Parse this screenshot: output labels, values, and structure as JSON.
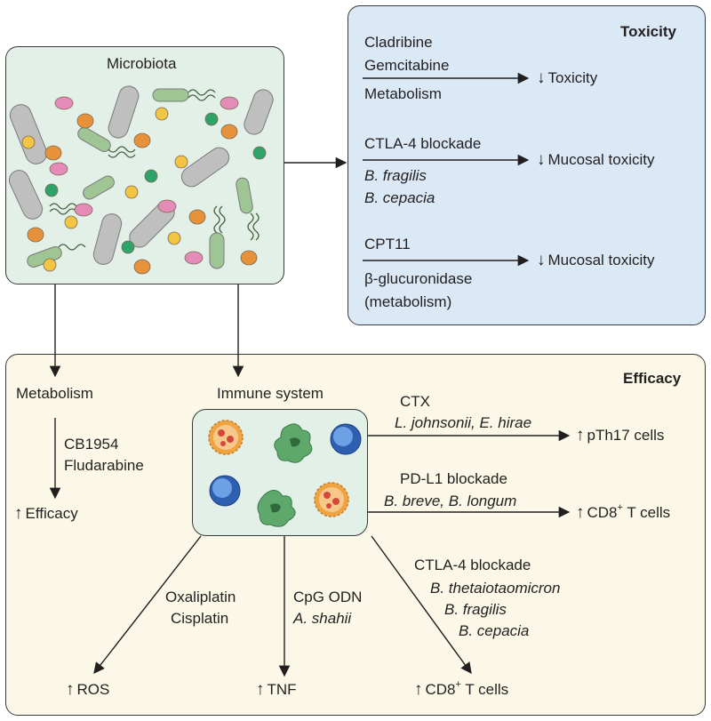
{
  "microbiota": {
    "title": "Microbiota"
  },
  "toxicity": {
    "title": "Toxicity",
    "rows": [
      {
        "drugs": [
          "Cladribine",
          "Gemcitabine"
        ],
        "mediator": "Metabolism",
        "outcome": "Toxicity"
      },
      {
        "drug": "CTLA-4 blockade",
        "bacteria": [
          "B. fragilis",
          "B. cepacia"
        ],
        "outcome": "Mucosal toxicity"
      },
      {
        "drug": "CPT11",
        "mediator": [
          "β-glucuronidase",
          "(metabolism)"
        ],
        "outcome": "Mucosal toxicity"
      }
    ]
  },
  "efficacy": {
    "title": "Efficacy",
    "metabolism": {
      "label": "Metabolism",
      "drugs": [
        "CB1954",
        "Fludarabine"
      ],
      "outcome": "Efficacy"
    },
    "immune": {
      "label": "Immune system"
    },
    "right_paths": [
      {
        "drug": "CTX",
        "bacteria": "L. johnsonii, E. hirae",
        "outcome": "pTh17 cells"
      },
      {
        "drug": "PD-L1 blockade",
        "bacteria": "B. breve, B. longum",
        "outcome_prefix": "CD8",
        "outcome_sup": "+",
        "outcome_suffix": " T cells"
      }
    ],
    "bottom_paths": [
      {
        "drugs": [
          "Oxaliplatin",
          "Cisplatin"
        ],
        "outcome": "ROS"
      },
      {
        "drug": "CpG ODN",
        "bacteria": "A. shahii",
        "outcome": "TNF"
      },
      {
        "drug": "CTLA-4 blockade",
        "bacteria": [
          "B. thetaiotaomicron",
          "B. fragilis",
          "B. cepacia"
        ],
        "outcome_prefix": "CD8",
        "outcome_sup": "+",
        "outcome_suffix": " T cells"
      }
    ]
  },
  "up_arrow": "↑",
  "down_arrow": "↓",
  "colors": {
    "toxicity_bg": "#dbe8f6",
    "efficacy_bg": "#fbf8e7",
    "microbiota_bg": "#e3f0e8",
    "immune_bg": "#e3f0e8",
    "bacillus_gray": "#bfbfbf",
    "bacillus_green": "#9ec593",
    "coccus_orange": "#e8913b",
    "coccus_yellow": "#f4c542",
    "coccus_pink": "#e48bb8",
    "coccus_green": "#2ea36a",
    "cell_blue": "#3b74c9",
    "cell_orange": "#f0a441",
    "cell_green": "#5fa86b"
  }
}
